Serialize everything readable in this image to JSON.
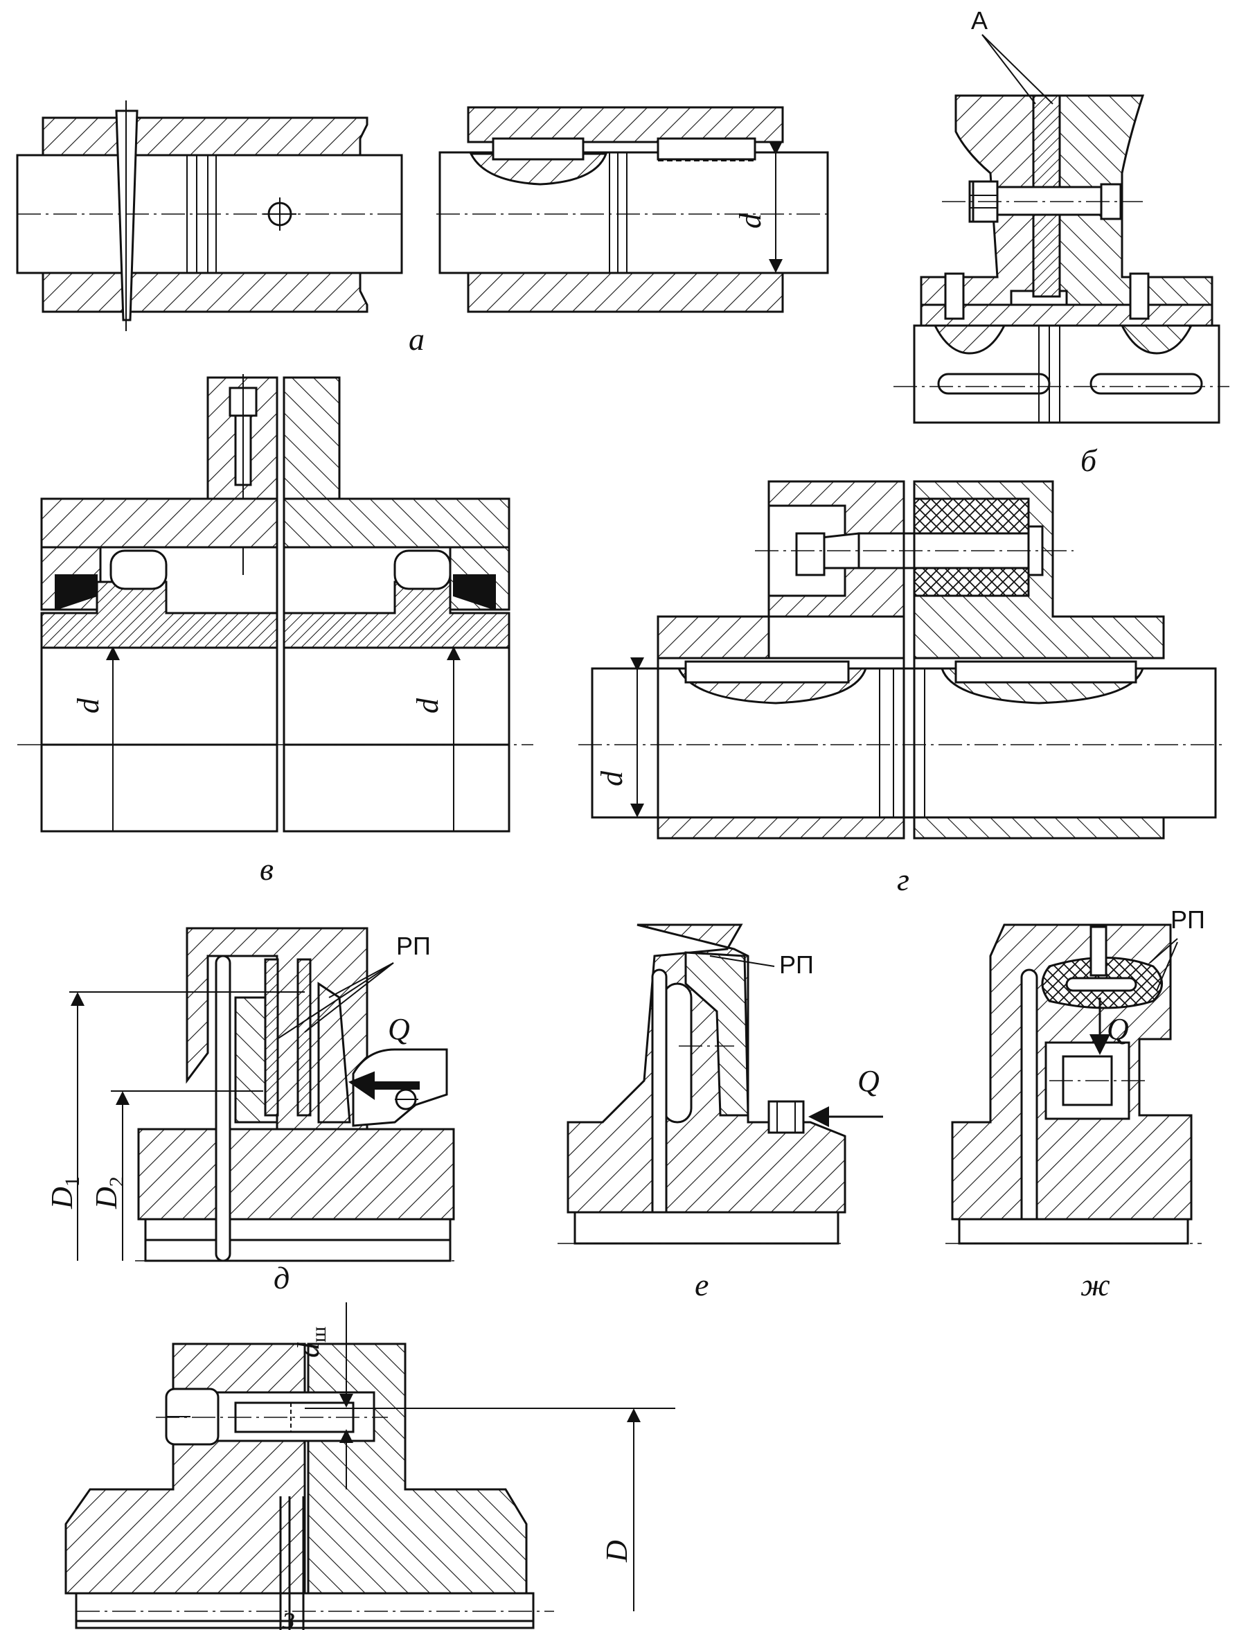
{
  "figure": {
    "panels": [
      {
        "id": "a",
        "caption": "а"
      },
      {
        "id": "b",
        "caption": "б"
      },
      {
        "id": "v",
        "caption": "в"
      },
      {
        "id": "g",
        "caption": "г"
      },
      {
        "id": "d",
        "caption": "д"
      },
      {
        "id": "e",
        "caption": "е"
      },
      {
        "id": "zh",
        "caption": "ж"
      },
      {
        "id": "z",
        "caption": "з"
      }
    ],
    "labels": {
      "A": "А",
      "RP": "РП",
      "Q": "Q",
      "d": "d",
      "D": "D",
      "D1_main": "D",
      "D1_sub": "1",
      "D2_main": "D",
      "D2_sub": "2",
      "dsh_main": "d",
      "dsh_sub": "ш"
    }
  }
}
